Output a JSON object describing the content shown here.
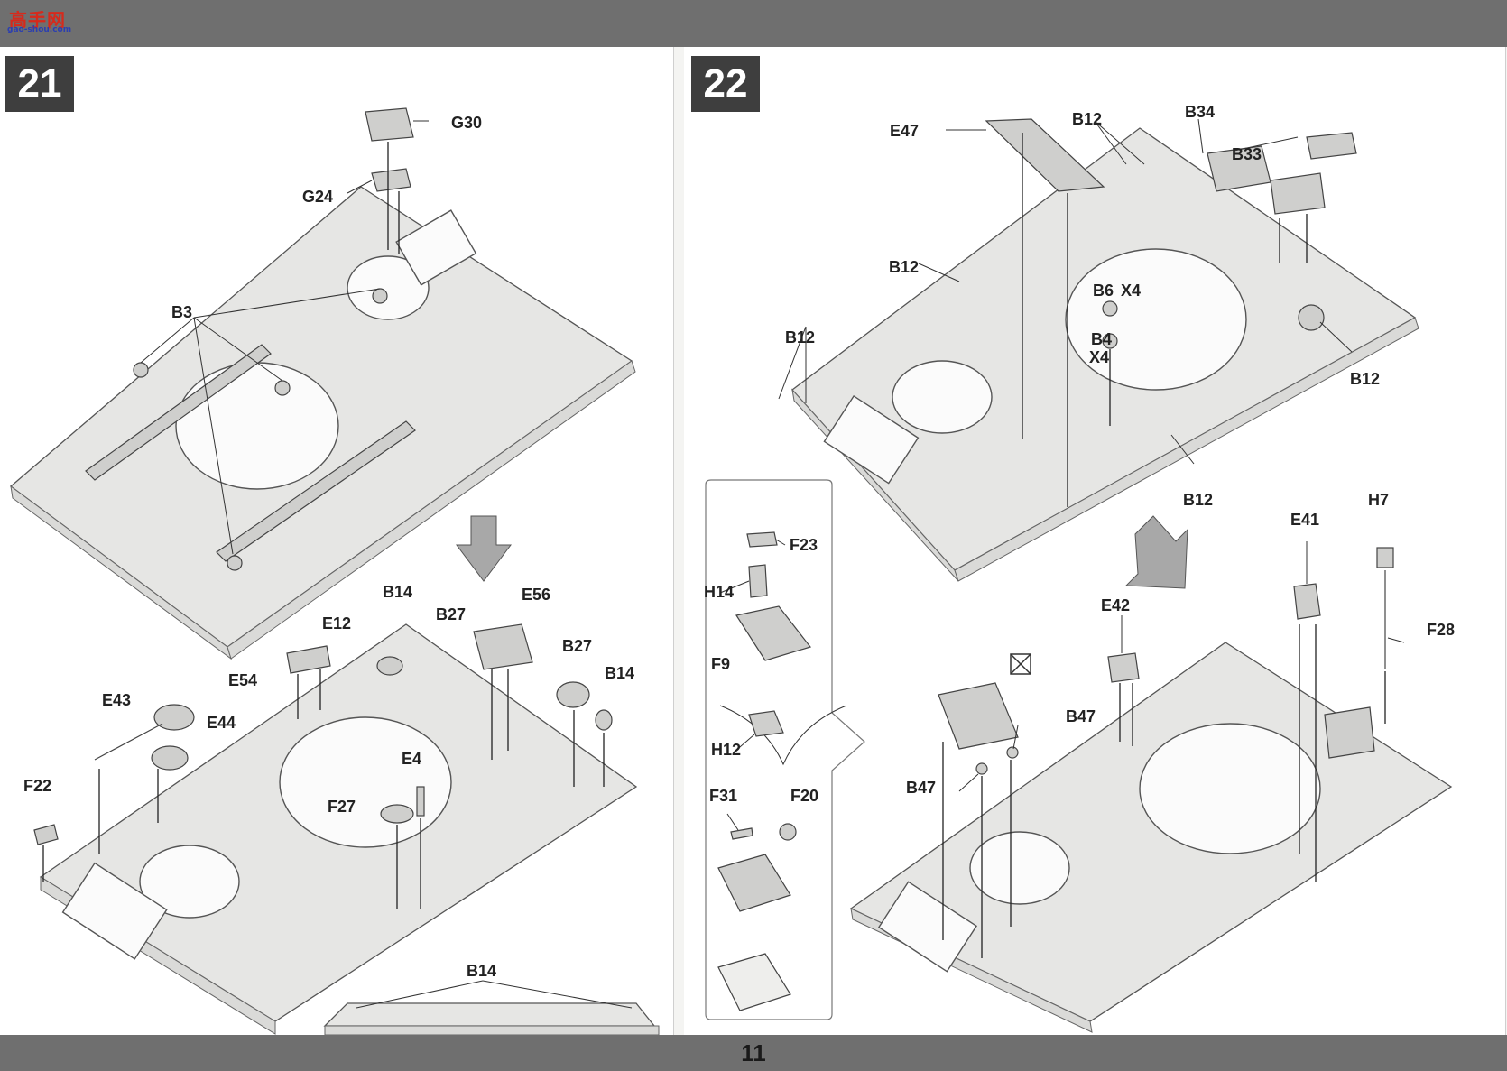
{
  "header": {
    "logo_text": "高手网",
    "logo_sub": "gao-shou.com"
  },
  "page_number": "11",
  "steps": {
    "left": {
      "number": "21"
    },
    "right": {
      "number": "22"
    }
  },
  "labels": {
    "g30": "G30",
    "g24": "G24",
    "b3": "B3",
    "b14_a": "B14",
    "e12": "E12",
    "b27_a": "B27",
    "e56": "E56",
    "b27_b": "B27",
    "b14_b": "B14",
    "e54": "E54",
    "e43": "E43",
    "e44": "E44",
    "e4": "E4",
    "f22": "F22",
    "f27": "F27",
    "b14_c": "B14",
    "e47": "E47",
    "b12_a": "B12",
    "b34": "B34",
    "b33": "B33",
    "b12_b": "B12",
    "b6": "B6",
    "x4_a": "X4",
    "b4": "B4",
    "x4_b": "X4",
    "b12_c": "B12",
    "b12_d": "B12",
    "b12_e": "B12",
    "h7": "H7",
    "e41": "E41",
    "f28": "F28",
    "e42": "E42",
    "b47_a": "B47",
    "b47_b": "B47",
    "f23": "F23",
    "h14": "H14",
    "f9": "F9",
    "h12": "H12",
    "f31": "F31",
    "f20": "F20"
  },
  "colors": {
    "bar": "#6f6f6f",
    "step_box": "#3e3e3e"
  },
  "icons": [
    "do-not-glue-icon",
    "next-stage-arrow-icon"
  ]
}
